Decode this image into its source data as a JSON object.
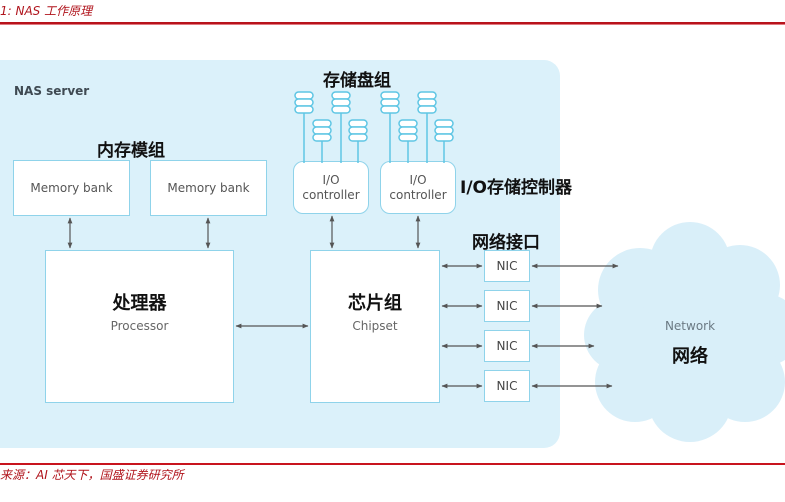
{
  "caption": "1: NAS 工作原理",
  "source": "来源：AI 芯天下，国盛证券研究所",
  "server": {
    "label": "NAS server"
  },
  "memory": {
    "title": "内存模组",
    "banks": [
      "Memory bank",
      "Memory bank"
    ]
  },
  "storage": {
    "title": "存储盘组",
    "disk_icon": "database-icon"
  },
  "io": {
    "title": "I/O存储控制器",
    "controllers": [
      {
        "line1": "I/O",
        "line2": "controller"
      },
      {
        "line1": "I/O",
        "line2": "controller"
      }
    ]
  },
  "processor": {
    "cn": "处理器",
    "en": "Processor"
  },
  "chipset": {
    "cn": "芯片组",
    "en": "Chipset"
  },
  "nics": {
    "title": "网络接口",
    "items": [
      "NIC",
      "NIC",
      "NIC",
      "NIC"
    ]
  },
  "network": {
    "en": "Network",
    "cn": "网络"
  },
  "colors": {
    "accent_red": "#b8121b",
    "server_bg": "#dbf1fa",
    "box_border": "#8fd3ea",
    "cloud": "#d9eff9"
  }
}
